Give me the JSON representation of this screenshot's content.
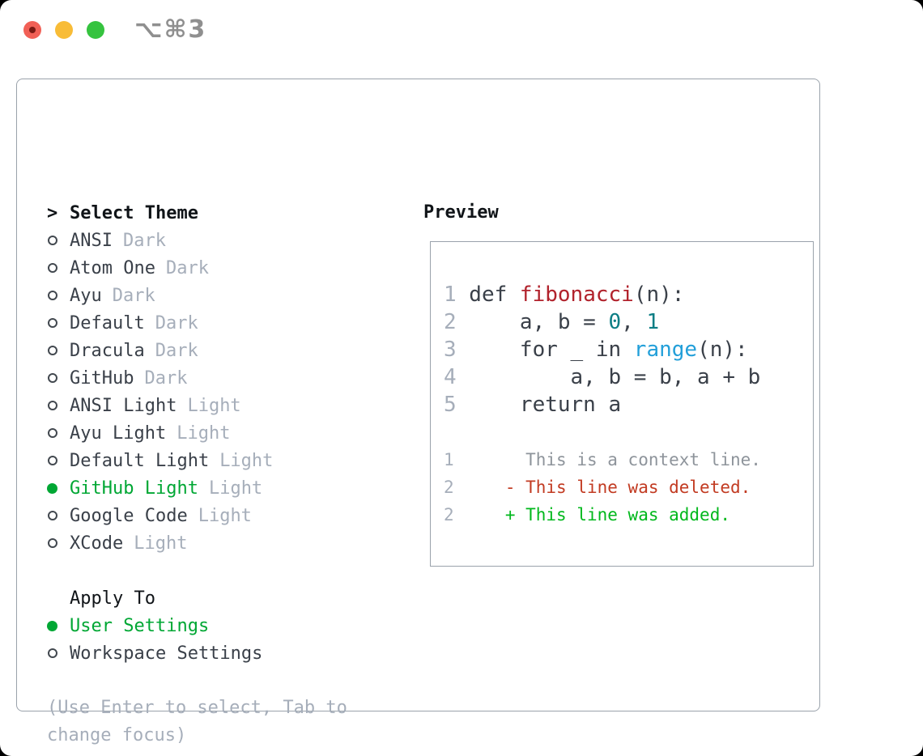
{
  "window": {
    "shortcut_label": "⌥⌘3"
  },
  "colors": {
    "border": "#9aa2ab",
    "heading": "#101418",
    "text": "#3a4049",
    "muted": "#a6aeba",
    "ring": "#42484f",
    "green": "#00a734",
    "add_green": "#00b81c",
    "del_red": "#c23b22",
    "func_red": "#b1222c",
    "num_teal": "#0b7d84",
    "builtin_blue": "#229fd9",
    "ctx_gray": "#8e949b",
    "tl_red": "#f16056",
    "tl_red_dot": "#7a1a13",
    "tl_yellow": "#f8bc37",
    "tl_green": "#35c33f"
  },
  "theme_picker": {
    "prompt": ">",
    "title": "Select Theme",
    "items": [
      {
        "name": "ANSI",
        "variant": "Dark",
        "selected": false
      },
      {
        "name": "Atom One",
        "variant": "Dark",
        "selected": false
      },
      {
        "name": "Ayu",
        "variant": "Dark",
        "selected": false
      },
      {
        "name": "Default",
        "variant": "Dark",
        "selected": false
      },
      {
        "name": "Dracula",
        "variant": "Dark",
        "selected": false
      },
      {
        "name": "GitHub",
        "variant": "Dark",
        "selected": false
      },
      {
        "name": "ANSI Light",
        "variant": "Light",
        "selected": false
      },
      {
        "name": "Ayu Light",
        "variant": "Light",
        "selected": false
      },
      {
        "name": "Default Light",
        "variant": "Light",
        "selected": false
      },
      {
        "name": "GitHub Light",
        "variant": "Light",
        "selected": true
      },
      {
        "name": "Google Code",
        "variant": "Light",
        "selected": false
      },
      {
        "name": "XCode",
        "variant": "Light",
        "selected": false
      }
    ]
  },
  "apply_to": {
    "title": "Apply To",
    "options": [
      {
        "label": "User Settings",
        "selected": true
      },
      {
        "label": "Workspace Settings",
        "selected": false
      }
    ]
  },
  "help_text": "(Use Enter to select, Tab to change focus)",
  "preview": {
    "title": "Preview",
    "code_lines": [
      {
        "num": "1",
        "tokens": [
          {
            "t": "def ",
            "c": "text"
          },
          {
            "t": "fibonacci",
            "c": "func"
          },
          {
            "t": "(n):",
            "c": "text"
          }
        ]
      },
      {
        "num": "2",
        "tokens": [
          {
            "t": "    a, b = ",
            "c": "text"
          },
          {
            "t": "0",
            "c": "num"
          },
          {
            "t": ", ",
            "c": "text"
          },
          {
            "t": "1",
            "c": "num"
          }
        ]
      },
      {
        "num": "3",
        "tokens": [
          {
            "t": "    for _ in ",
            "c": "text"
          },
          {
            "t": "range",
            "c": "builtin"
          },
          {
            "t": "(n):",
            "c": "text"
          }
        ]
      },
      {
        "num": "4",
        "tokens": [
          {
            "t": "        a, b = b, a + b",
            "c": "text"
          }
        ]
      },
      {
        "num": "5",
        "tokens": [
          {
            "t": "    return a",
            "c": "text"
          }
        ]
      }
    ],
    "diff_lines": [
      {
        "num": "1",
        "marker": "  ",
        "text": "This is a context line.",
        "kind": "context"
      },
      {
        "num": "2",
        "marker": "- ",
        "text": "This line was deleted.",
        "kind": "deleted"
      },
      {
        "num": "2",
        "marker": "+ ",
        "text": "This line was added.",
        "kind": "added"
      }
    ]
  }
}
